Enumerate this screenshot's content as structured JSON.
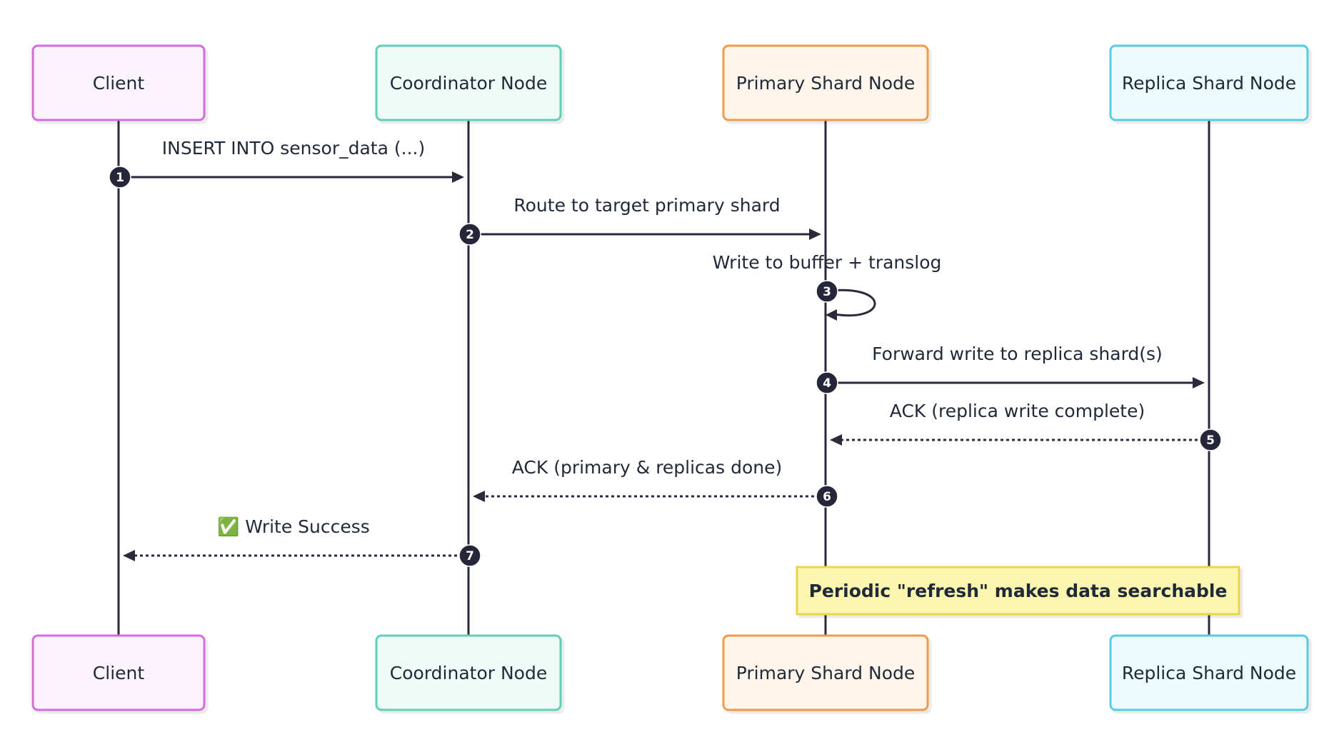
{
  "participants": [
    {
      "id": "client",
      "label": "Client",
      "stroke": "#d66be0",
      "fill": "#fbf3fd"
    },
    {
      "id": "coordinator",
      "label": "Coordinator Node",
      "stroke": "#5fcfb7",
      "fill": "#f0fbf8"
    },
    {
      "id": "primary",
      "label": "Primary Shard Node",
      "stroke": "#ef9a4a",
      "fill": "#fff5ea"
    },
    {
      "id": "replica",
      "label": "Replica Shard Node",
      "stroke": "#55cde0",
      "fill": "#eefbfd"
    }
  ],
  "messages": [
    {
      "number": "1",
      "from": "client",
      "to": "coordinator",
      "label": "INSERT INTO sensor_data (...)",
      "style": "solid"
    },
    {
      "number": "2",
      "from": "coordinator",
      "to": "primary",
      "label": "Route to target primary shard",
      "style": "solid"
    },
    {
      "number": "3",
      "from": "primary",
      "to": "primary",
      "label": "Write to buffer + translog",
      "style": "solid"
    },
    {
      "number": "4",
      "from": "primary",
      "to": "replica",
      "label": "Forward write to replica shard(s)",
      "style": "solid"
    },
    {
      "number": "5",
      "from": "replica",
      "to": "primary",
      "label": "ACK (replica write complete)",
      "style": "dashed"
    },
    {
      "number": "6",
      "from": "primary",
      "to": "coordinator",
      "label": "ACK (primary & replicas done)",
      "style": "dashed"
    },
    {
      "number": "7",
      "from": "coordinator",
      "to": "client",
      "label": "✅ Write Success",
      "style": "dashed"
    }
  ],
  "note": {
    "label": "Periodic \"refresh\" makes data searchable",
    "over": [
      "primary",
      "replica"
    ],
    "stroke": "#e8d64a",
    "fill": "#fdf6b0"
  },
  "colors": {
    "line": "#2a2a3a",
    "badge": "#26263a"
  }
}
